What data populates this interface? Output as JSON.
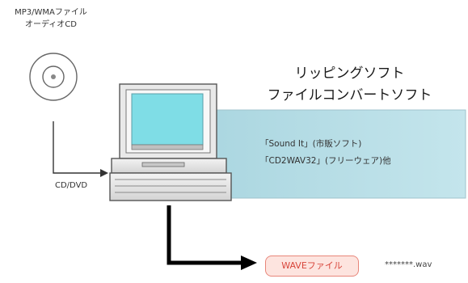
{
  "source": {
    "lines": [
      "MP3/WMAファイル",
      "オーディオCD"
    ],
    "icon": "disc-icon"
  },
  "software": {
    "title_lines": [
      "リッピングソフト",
      "ファイルコンバートソフト"
    ],
    "example_lines": [
      "「Sound It」(市販ソフト)",
      "「CD2WAV32」(フリーウェア)他"
    ]
  },
  "connector": {
    "label": "CD/DVD"
  },
  "output": {
    "box_label": "WAVEファイル",
    "filename": "*******.wav"
  },
  "colors": {
    "screen": "#7fdde6",
    "software_panel": "#bfe2ea",
    "computer_body": "#e6e6e6",
    "output_fill": "#fde4df",
    "output_border": "#e8867a",
    "output_text": "#d8453a",
    "arrow": "#000000"
  }
}
